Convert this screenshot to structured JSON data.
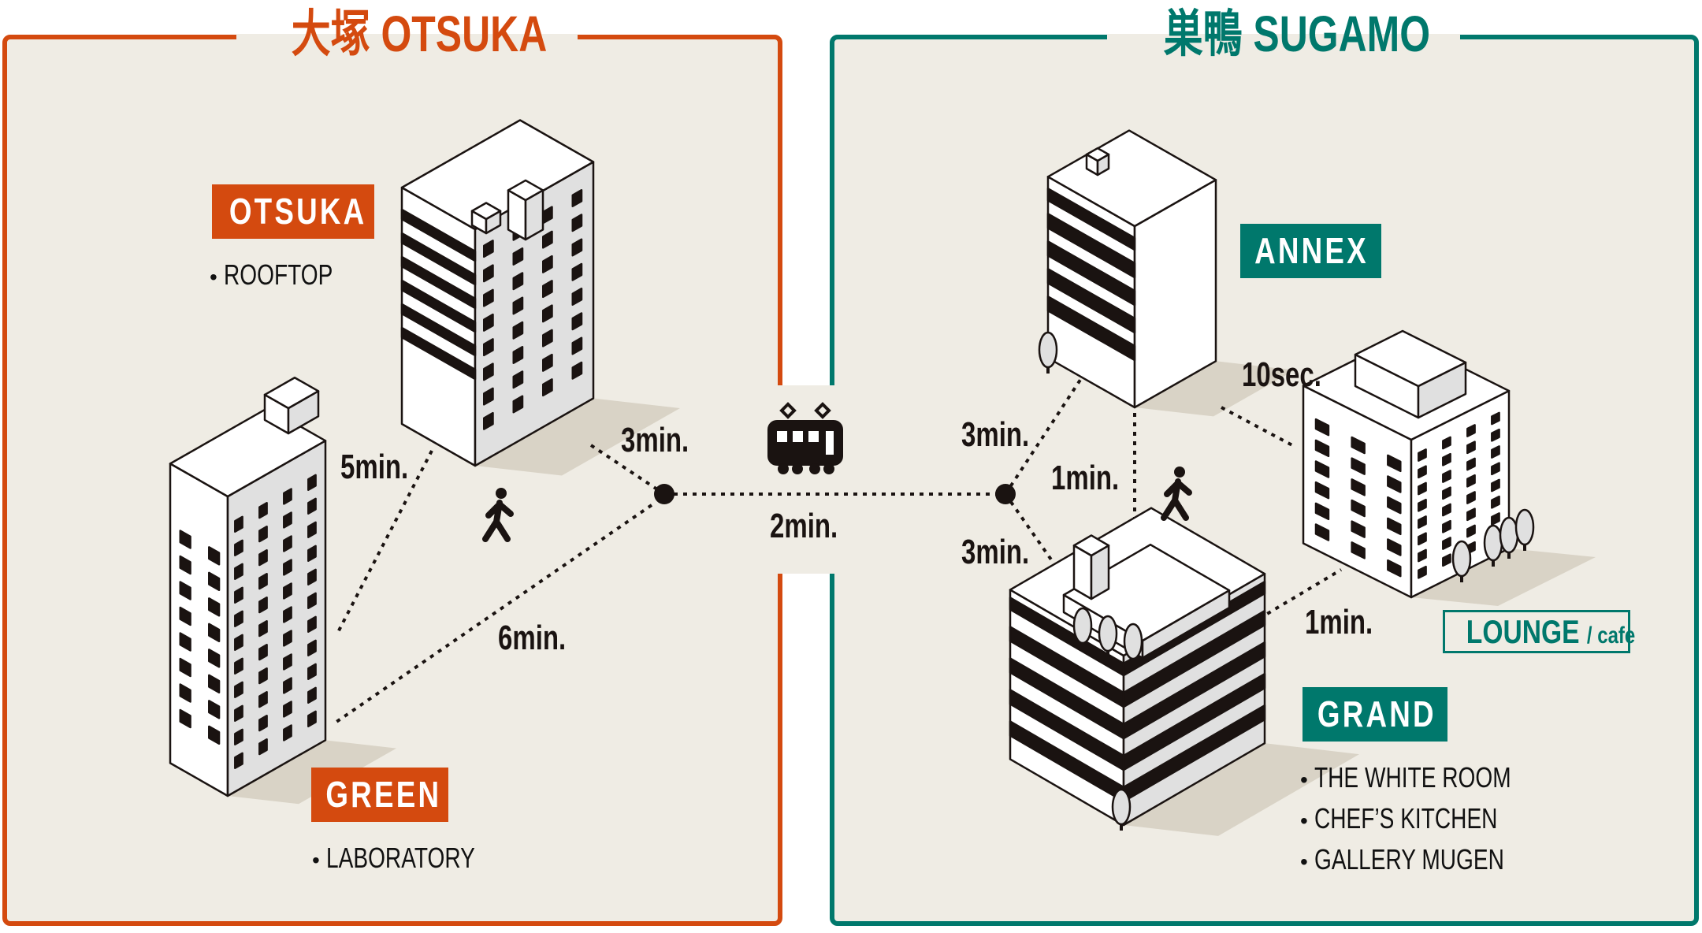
{
  "areas": {
    "otsuka": {
      "title": "大塚 OTSUKA",
      "color": "#d44a0f"
    },
    "sugamo": {
      "title": "巣鴨 SUGAMO",
      "color": "#00786c"
    }
  },
  "venues": {
    "otsuka": {
      "name": "OTSUKA",
      "items": [
        "ROOFTOP"
      ]
    },
    "green": {
      "name": "GREEN",
      "items": [
        "LABORATORY"
      ]
    },
    "annex": {
      "name": "ANNEX"
    },
    "lounge": {
      "name": "LOUNGE",
      "sub": "/ cafe"
    },
    "grand": {
      "name": "GRAND",
      "items": [
        "THE WHITE ROOM",
        "CHEF’S KITCHEN",
        "GALLERY MUGEN"
      ]
    }
  },
  "times": {
    "otsuka_station": "3min.",
    "green_to_otsuka": "5min.",
    "green_station": "6min.",
    "train": "2min.",
    "sugamo_annex": "3min.",
    "annex_grand": "1min.",
    "sugamo_grand": "3min.",
    "annex_lounge": "10sec.",
    "grand_lounge": "1min."
  },
  "icons": {
    "train": "train-icon",
    "walk": "walking-person-icon"
  }
}
